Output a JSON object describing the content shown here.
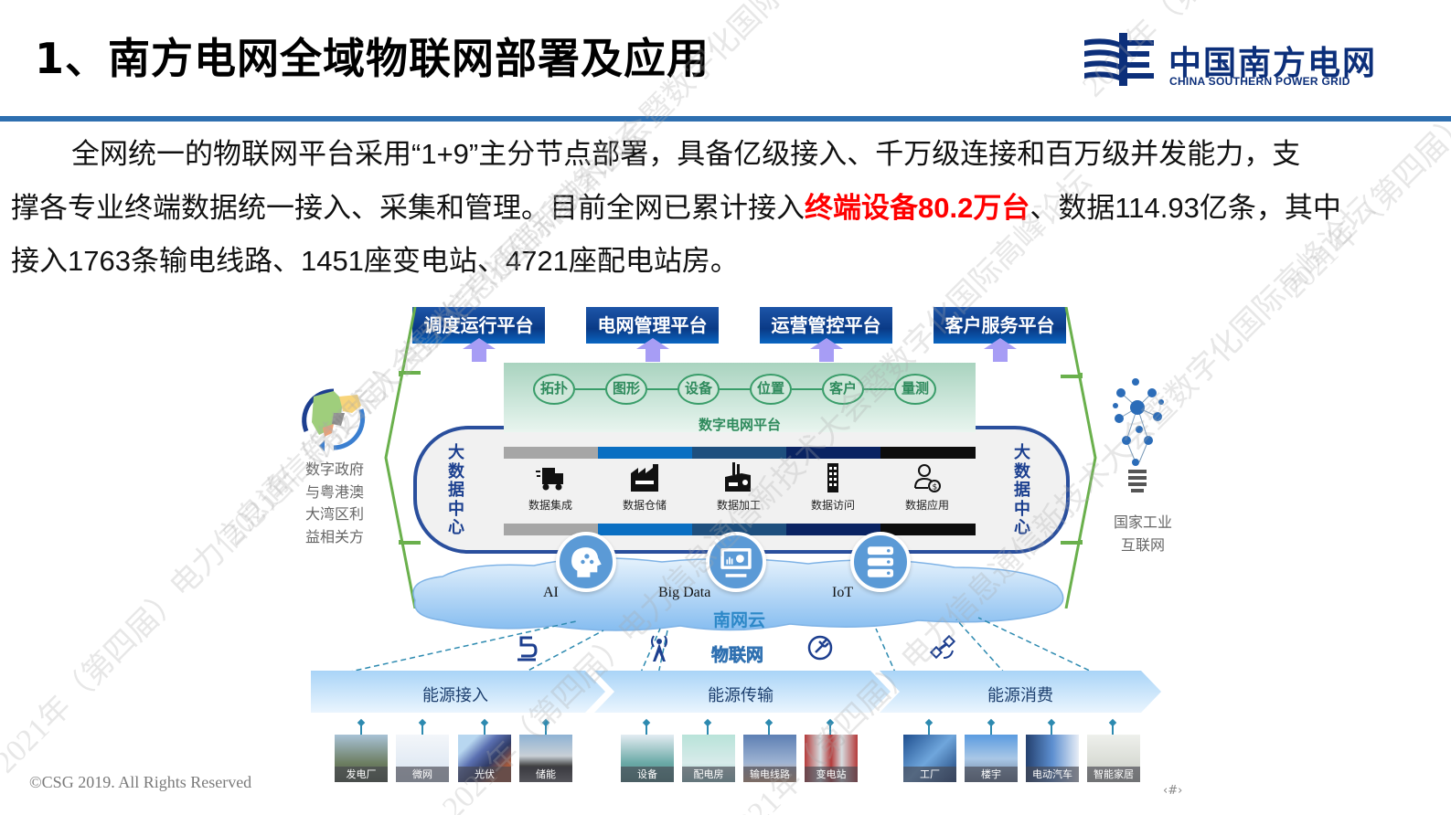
{
  "header": {
    "title": "1、南方电网全域物联网部署及应用",
    "logo": {
      "name_cn": "中国南方电网",
      "name_en": "CHINA SOUTHERN POWER GRID",
      "brand_color": "#0c2f7a"
    },
    "rule_color": "#2e6fb0"
  },
  "body": {
    "line1": "全网统一的物联网平台采用“1+9”主分节点部署，具备亿级接入、千万级连接和百万级并发能力，支",
    "line2_pre": "撑各专业终端数据统一接入、采集和管理。目前全网已累计接入",
    "line2_highlight": "终端设备80.2万台",
    "line2_post": "、数据114.93亿条，其中",
    "line3": "接入1763条输电线路、1451座变电站、4721座配电站房。",
    "highlight_color": "#ff0000"
  },
  "diagram": {
    "platforms": [
      "调度运行平台",
      "电网管理平台",
      "运营管控平台",
      "客户服务平台"
    ],
    "digital_grid": {
      "nodes": [
        "拓扑",
        "图形",
        "设备",
        "位置",
        "客户",
        "量测"
      ],
      "label": "数字电网平台"
    },
    "big_data_center": {
      "side_label": [
        "大",
        "数",
        "据",
        "中",
        "心"
      ],
      "services": [
        {
          "icon": "truck-icon",
          "label": "数据集成"
        },
        {
          "icon": "warehouse-icon",
          "label": "数据仓储"
        },
        {
          "icon": "factory-icon",
          "label": "数据加工"
        },
        {
          "icon": "building-icon",
          "label": "数据访问"
        },
        {
          "icon": "user-money-icon",
          "label": "数据应用"
        }
      ],
      "stripe_colors": [
        "#a6a6a6",
        "#0a6fc2",
        "#1e4f7e",
        "#0a2362",
        "#0d0d0d"
      ]
    },
    "cloud": {
      "items": [
        {
          "icon": "ai-head-icon",
          "label": "AI"
        },
        {
          "icon": "monitor-chart-icon",
          "label": "Big Data"
        },
        {
          "icon": "server-icon",
          "label": "IoT"
        }
      ],
      "name": "南网云"
    },
    "iot_label": "物联网",
    "iot_icons": [
      "cable-icon",
      "antenna-icon",
      "plug-icon",
      "satellite-icon"
    ],
    "flows": [
      {
        "label": "能源接入",
        "items": [
          "发电厂",
          "微网",
          "光伏",
          "储能"
        ]
      },
      {
        "label": "能源传输",
        "items": [
          "设备",
          "配电房",
          "输电线路",
          "变电站"
        ]
      },
      {
        "label": "能源消费",
        "items": [
          "工厂",
          "楼宇",
          "电动汽车",
          "智能家居"
        ]
      }
    ],
    "left_partner": "数字政府与粤港澳大湾区利益相关方",
    "left_partner_lines": [
      "数字政府",
      "与粤港澳",
      "大湾区利",
      "益相关方"
    ],
    "right_partner_lines": [
      "国家工业",
      "互联网"
    ]
  },
  "footer": {
    "copyright": "©CSG 2019. All Rights Reserved",
    "page_number": "‹#›"
  },
  "watermark": "2021年（第四届）电力信息通信新技术大会暨数字化国际高峰论坛"
}
